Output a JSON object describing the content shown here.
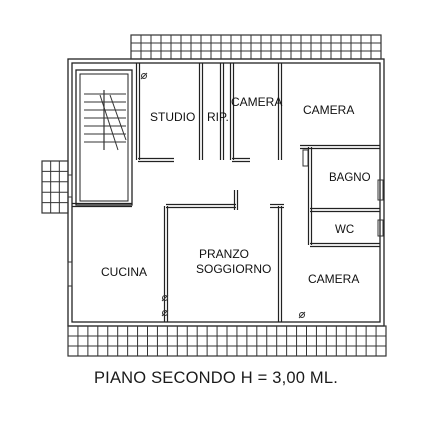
{
  "rooms": {
    "studio": "STUDIO",
    "rip": "RIP.",
    "camera_1": "CAMERA",
    "camera_2": "CAMERA",
    "bagno": "BAGNO",
    "wc": "WC",
    "cucina": "CUCINA",
    "pranzo": "PRANZO",
    "soggiorno": "SOGGIORNO",
    "camera_3": "CAMERA"
  },
  "caption": "PIANO SECONDO H = 3,00 ML."
}
